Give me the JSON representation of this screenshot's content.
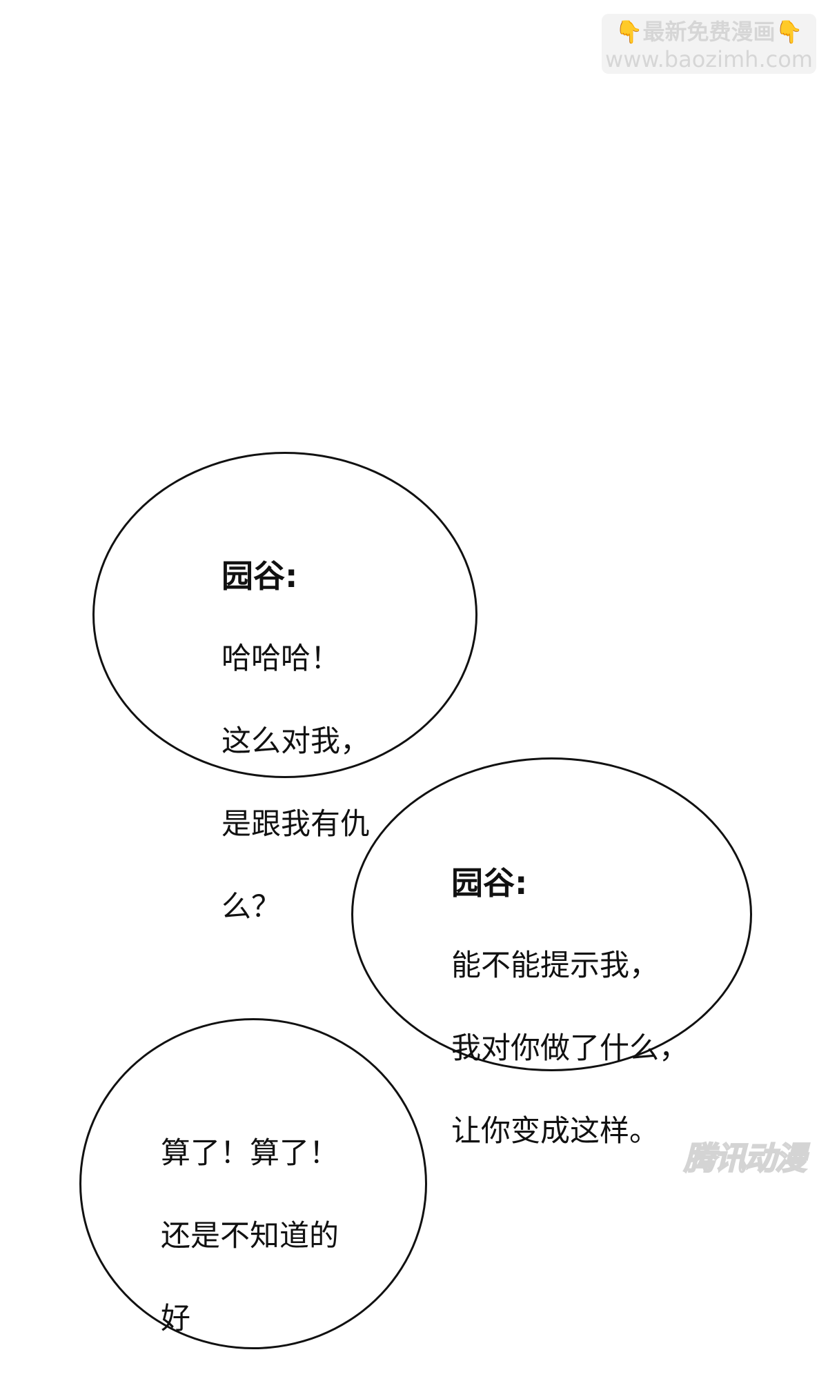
{
  "watermark": {
    "line1": "最新免费漫画",
    "line2": "www.baozimh.com",
    "icon": "pointing-down-hand-icon",
    "hand_color": "#f2b51c"
  },
  "bubbles": [
    {
      "speaker": "园谷:",
      "lines": [
        "哈哈哈！",
        "这么对我，",
        "是跟我有仇",
        "么？"
      ]
    },
    {
      "speaker": "园谷:",
      "lines": [
        "能不能提示我，",
        "我对你做了什么，",
        "让你变成这样。"
      ]
    },
    {
      "speaker": "",
      "lines": [
        "算了！算了！",
        "还是不知道的",
        "好"
      ]
    }
  ],
  "publisher_logo": "腾讯动漫"
}
